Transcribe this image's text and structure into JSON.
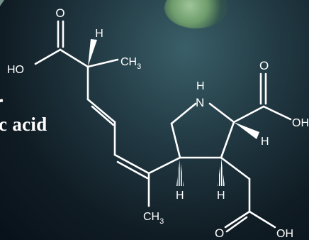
{
  "partial_title": "c acid",
  "atoms": {
    "carbonyl_top": "O",
    "hydroxyl_left": "HO",
    "hydrogen_top": "H",
    "methyl_top": "CH",
    "methyl_top_sub": "3",
    "ring_nitrogen": "N",
    "ring_nitrogen_h": "H",
    "carbonyl_right": "O",
    "hydroxyl_right": "OH",
    "hydrogen_right": "H",
    "hydrogen_ring_left": "H",
    "hydrogen_ring_right": "H",
    "methyl_bottom": "CH",
    "methyl_bottom_sub": "3",
    "carbonyl_bottom": "O",
    "hydroxyl_bottom": "OH"
  },
  "colors": {
    "bond": "#ffffff",
    "text": "#ffffff",
    "background_dark": "#0b1620",
    "background_light": "#3a5f68"
  }
}
